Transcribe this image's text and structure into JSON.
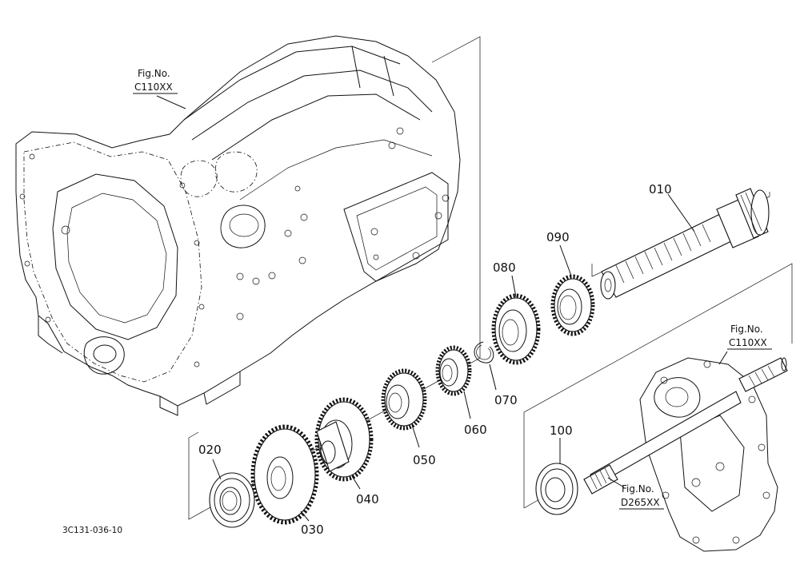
{
  "document_code": "3C131-036-10",
  "part_labels": {
    "p010": "010",
    "p020": "020",
    "p030": "030",
    "p040": "040",
    "p050": "050",
    "p060": "060",
    "p070": "070",
    "p080": "080",
    "p090": "090",
    "p100": "100"
  },
  "figure_refs": {
    "top_left": {
      "caption": "Fig.No.",
      "code": "C110XX"
    },
    "right": {
      "caption": "Fig.No.",
      "code": "C110XX"
    },
    "bottom": {
      "caption": "Fig.No.",
      "code": "D265XX"
    }
  }
}
